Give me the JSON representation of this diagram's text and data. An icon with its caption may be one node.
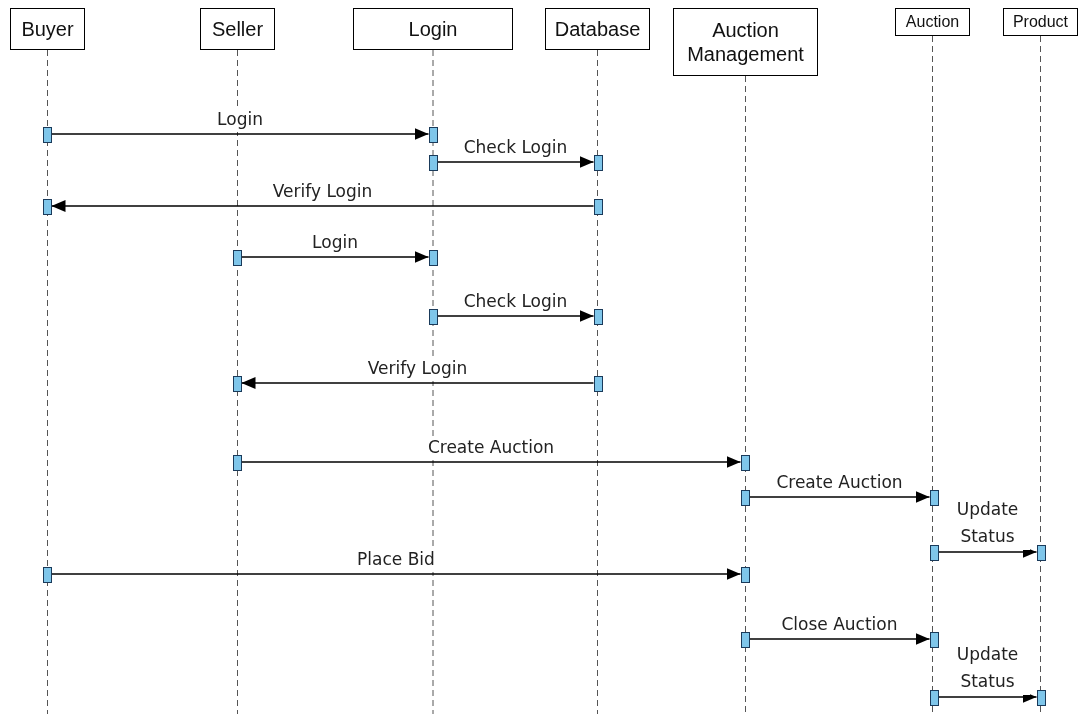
{
  "diagram": {
    "nodes": [
      {
        "text": [
          "Buyer"
        ]
      },
      {
        "text": [
          "Seller"
        ]
      },
      {
        "text": [
          "Login"
        ]
      },
      {
        "text": [
          "Database"
        ]
      },
      {
        "text": [
          "Auction Management"
        ]
      },
      {
        "text": [
          "Auction"
        ]
      },
      {
        "text": [
          "Product"
        ]
      },
      {
        "text": [],
        "shape": "bar"
      },
      {
        "text": [],
        "shape": "bar"
      },
      {
        "text": [],
        "shape": "bar"
      },
      {
        "text": [],
        "shape": "bar"
      },
      {
        "text": [],
        "shape": "bar"
      },
      {
        "text": [],
        "shape": "bar"
      },
      {
        "text": [],
        "shape": "bar"
      },
      {
        "text": [],
        "shape": "bar"
      },
      {
        "text": [],
        "shape": "bar"
      },
      {
        "text": [],
        "shape": "bar"
      },
      {
        "text": [],
        "shape": "bar"
      },
      {
        "text": [],
        "shape": "bar"
      },
      {
        "text": [],
        "shape": "bar"
      },
      {
        "text": [],
        "shape": "bar"
      },
      {
        "text": [],
        "shape": "bar"
      },
      {
        "text": [],
        "shape": "bar"
      },
      {
        "text": [],
        "shape": "bar"
      },
      {
        "text": [],
        "shape": "bar"
      },
      {
        "text": [],
        "shape": "bar"
      },
      {
        "text": [],
        "shape": "bar"
      },
      {
        "text": [],
        "shape": "bar"
      },
      {
        "text": [],
        "shape": "bar"
      },
      {
        "text": [],
        "shape": "bar"
      },
      {
        "text": [],
        "shape": "bar"
      }
    ],
    "edges": [
      {
        "from": 7,
        "to": 8,
        "arrow": "to",
        "label": "Login"
      },
      {
        "from": 9,
        "to": 10,
        "arrow": "to",
        "label": "Check Login"
      },
      {
        "from": 12,
        "to": 11,
        "arrow": "to",
        "label": "Verify Login"
      },
      {
        "from": 13,
        "to": 14,
        "arrow": "to",
        "label": "Login"
      },
      {
        "from": 15,
        "to": 16,
        "arrow": "to",
        "label": "Check Login"
      },
      {
        "from": 18,
        "to": 17,
        "arrow": "to",
        "label": "Verify Login"
      },
      {
        "from": 19,
        "to": 20,
        "arrow": "to",
        "label": "Create Auction"
      },
      {
        "from": 21,
        "to": 22,
        "arrow": "to",
        "label": "Create Auction"
      },
      {
        "from": 23,
        "to": 24,
        "arrow": "to",
        "label": "Update Status"
      },
      {
        "from": 25,
        "to": 26,
        "arrow": "to",
        "label": "Place Bid"
      },
      {
        "from": 27,
        "to": 28,
        "arrow": "to",
        "label": "Close Auction"
      },
      {
        "from": 29,
        "to": 30,
        "arrow": "to",
        "label": "Update Status"
      }
    ]
  }
}
